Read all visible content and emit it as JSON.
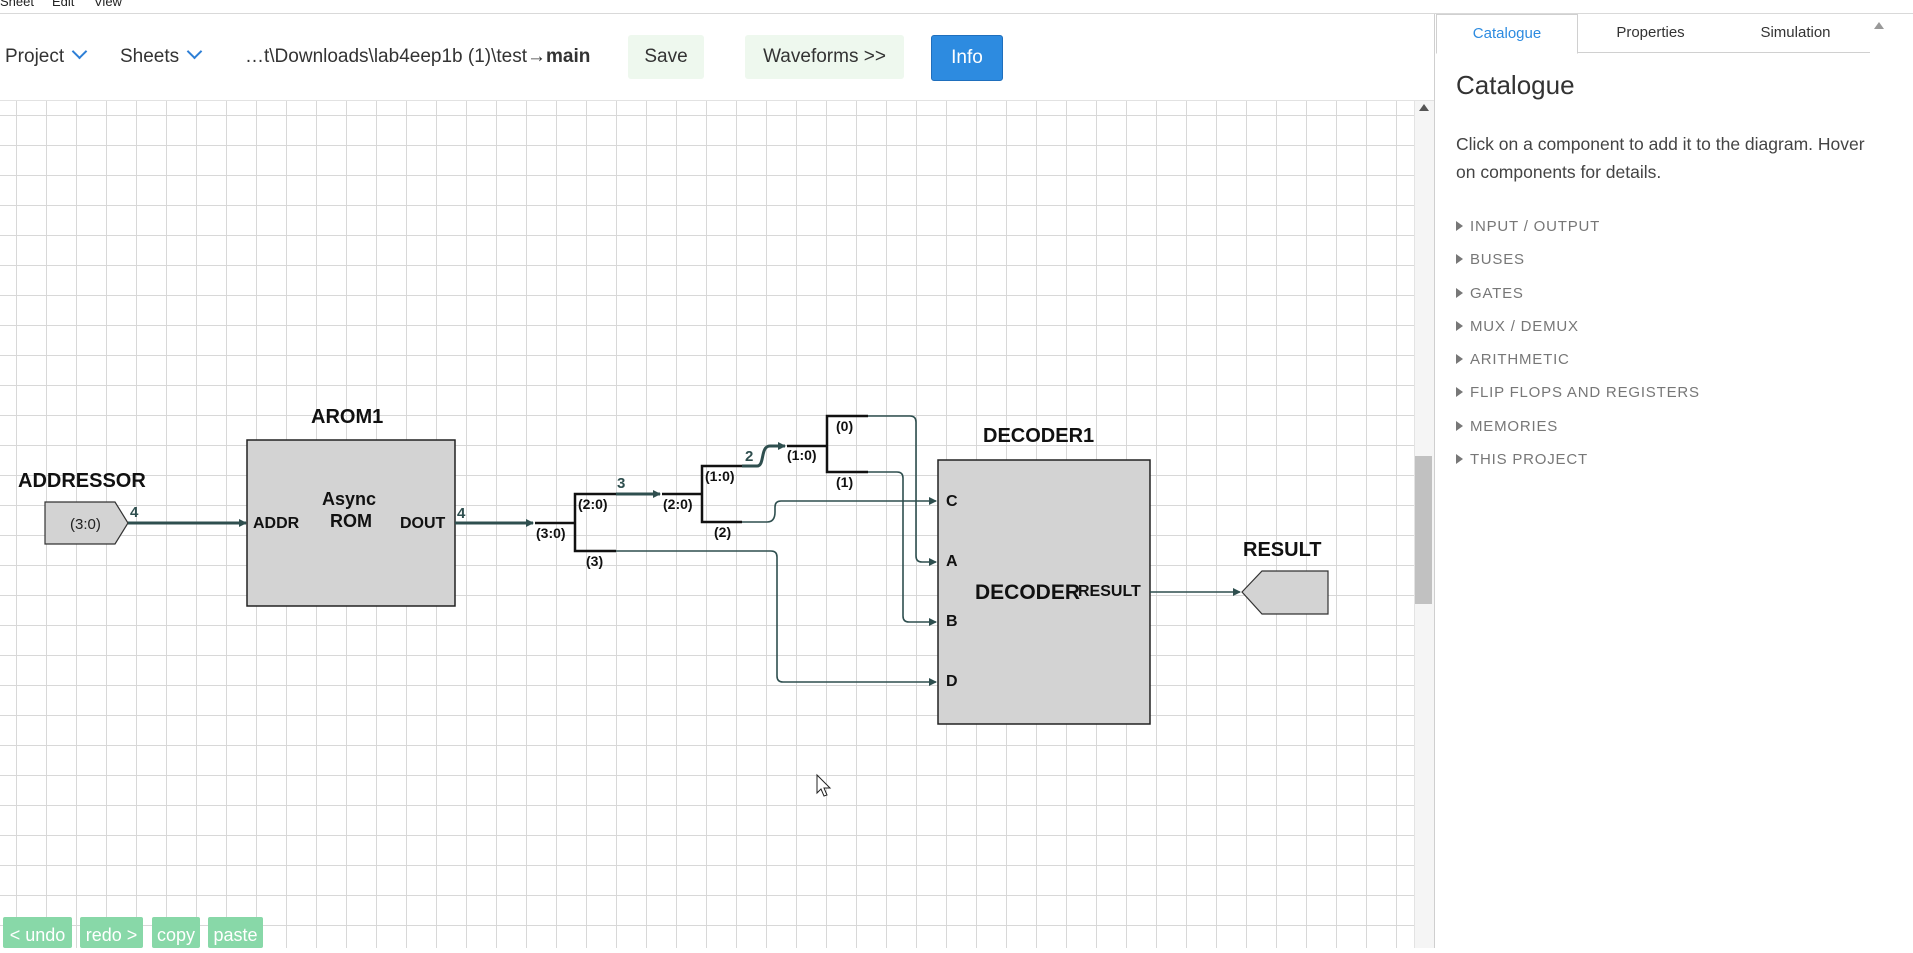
{
  "menubar": {
    "items": [
      "Sheet",
      "Edit",
      "View"
    ]
  },
  "toolbar": {
    "project_label": "Project",
    "sheets_label": "Sheets",
    "path_prefix": "…t\\Downloads\\lab4eep1b (1)\\test→",
    "path_sheet": "main",
    "save_label": "Save",
    "waveforms_label": "Waveforms >>",
    "info_label": "Info"
  },
  "diagram": {
    "addressor": {
      "title": "ADDRESSOR",
      "range": "(3:0)",
      "width": "4"
    },
    "rom": {
      "title": "AROM1",
      "line1": "Async",
      "line2": "ROM",
      "in_port": "ADDR",
      "out_port": "DOUT",
      "out_width": "4"
    },
    "splitters": {
      "s1_in": "(3:0)",
      "s1_top": "(2:0)",
      "s1_bottom": "(3)",
      "s1_width": "3",
      "s2_in": "(2:0)",
      "s2_top": "(1:0)",
      "s2_bottom": "(2)",
      "s2_width": "2",
      "s3_in": "(1:0)",
      "s3_top": "(0)",
      "s3_bottom": "(1)"
    },
    "decoder": {
      "title": "DECODER1",
      "label": "DECODER",
      "out_port": "RESULT",
      "ports": [
        "C",
        "A",
        "B",
        "D"
      ]
    },
    "result": {
      "title": "RESULT"
    }
  },
  "edit_buttons": {
    "undo": "< undo",
    "redo": "redo >",
    "copy": "copy",
    "paste": "paste"
  },
  "panel": {
    "tabs": [
      "Catalogue",
      "Properties",
      "Simulation"
    ],
    "title": "Catalogue",
    "description": "Click on a component to add it to the diagram. Hover on components for details.",
    "categories": [
      "INPUT / OUTPUT",
      "BUSES",
      "GATES",
      "MUX / DEMUX",
      "ARITHMETIC",
      "FLIP FLOPS AND REGISTERS",
      "MEMORIES",
      "THIS PROJECT"
    ]
  },
  "colors": {
    "accent": "#2d8be0",
    "wire": "#2f4f4f",
    "component_fill": "#d3d3d3",
    "edit_button": "#88d8a8"
  }
}
